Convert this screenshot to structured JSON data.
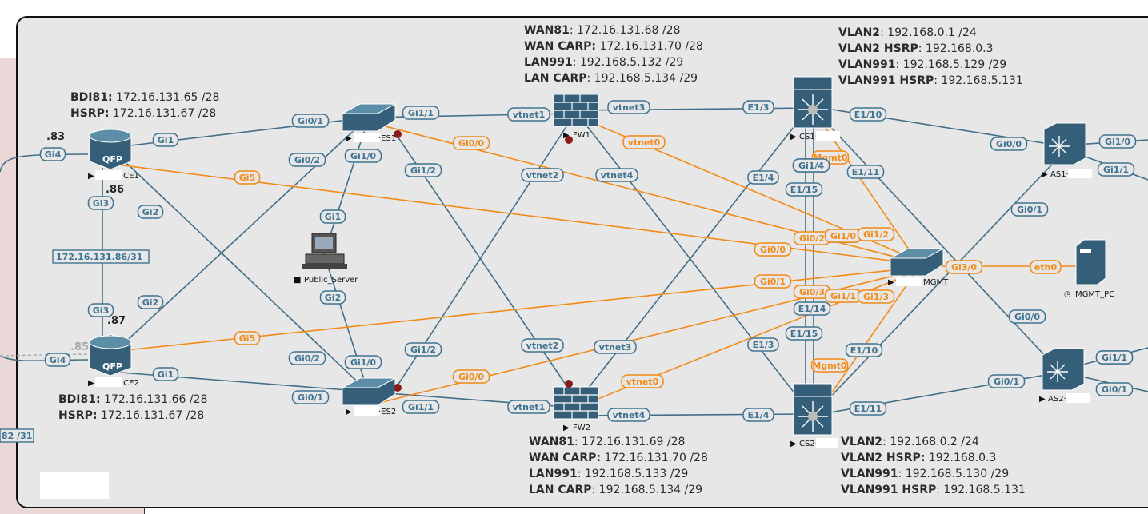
{
  "colors": {
    "link": "#426f87",
    "mgmt": "#f28a17",
    "device": "#355f78",
    "badge_border": "#3e7391",
    "mgmt_badge": "#f28a17",
    "canvas": "#e7e7e7"
  },
  "nodes": {
    "CE1": "·CE1",
    "CE2": "·CE2",
    "ES1": "·ES1",
    "ES2": "·ES2",
    "FW1": "FW1",
    "FW2": "FW2",
    "CS1": "CS1·",
    "CS2": "CS2·",
    "AS1": "AS1·",
    "AS2": "AS2·",
    "MGMT": "·MGMT",
    "MGMT_PC": "MGMT_PC",
    "Public_Server": "Public_Server",
    "qfp": "QFP",
    "dot83": ".83",
    "dot86": ".86",
    "dot87": ".87",
    "dot85": ".85"
  },
  "links": {
    "ce_link": "172.16.131.86/31",
    "left_stub": "82 /31"
  },
  "info": {
    "ce1": [
      {
        "k": "BDI81:",
        "v": " 172.16.131.65 /28"
      },
      {
        "k": "HSRP:",
        "v": " 172.16.131.67 /28"
      }
    ],
    "ce2": [
      {
        "k": "BDI81:",
        "v": " 172.16.131.66 /28"
      },
      {
        "k": "HSRP:",
        "v": " 172.16.131.67 /28"
      }
    ],
    "fw1": [
      {
        "k": "WAN81",
        "v": ": 172.16.131.68 /28"
      },
      {
        "k": "WAN CARP:",
        "v": " 172.16.131.70 /28"
      },
      {
        "k": "LAN991",
        "v": ": 192.168.5.132 /29"
      },
      {
        "k": "LAN CARP",
        "v": ": 192.168.5.134 /29"
      }
    ],
    "fw2": [
      {
        "k": "WAN81",
        "v": ": 172.16.131.69 /28"
      },
      {
        "k": "WAN CARP:",
        "v": " 172.16.131.70 /28"
      },
      {
        "k": "LAN991",
        "v": ": 192.168.5.133 /29"
      },
      {
        "k": "LAN CARP",
        "v": ": 192.168.5.134 /29"
      }
    ],
    "cs1": [
      {
        "k": "VLAN2",
        "v": ": 192.168.0.1 /24"
      },
      {
        "k": "VLAN2 HSRP",
        "v": ": 192.168.0.3"
      },
      {
        "k": "VLAN991",
        "v": ": 192.168.5.129 /29"
      },
      {
        "k": "VLAN991 HSRP",
        "v": ": 192.168.5.131"
      }
    ],
    "cs2": [
      {
        "k": "VLAN2",
        "v": ": 192.168.0.2 /24"
      },
      {
        "k": "VLAN2 HSRP:",
        "v": " 192.168.0.3"
      },
      {
        "k": "VLAN991",
        "v": ": 192.168.5.130 /29"
      },
      {
        "k": "VLAN991 HSRP",
        "v": ": 192.168.5.131"
      }
    ]
  },
  "ports": [
    {
      "id": "p1",
      "t": "Gi4",
      "m": false
    },
    {
      "id": "p2",
      "t": "Gi1",
      "m": false
    },
    {
      "id": "p3",
      "t": "Gi0/1",
      "m": false
    },
    {
      "id": "p4",
      "t": "Gi1/1",
      "m": false
    },
    {
      "id": "p5",
      "t": "vtnet1",
      "m": false
    },
    {
      "id": "p6",
      "t": "vtnet3",
      "m": false
    },
    {
      "id": "p7",
      "t": "E1/3",
      "m": false
    },
    {
      "id": "p8",
      "t": "E1/10",
      "m": false
    },
    {
      "id": "p9",
      "t": "Gi0/0",
      "m": false
    },
    {
      "id": "p10",
      "t": "Gi1/0",
      "m": false
    },
    {
      "id": "p11",
      "t": "Gi1/1",
      "m": false
    },
    {
      "id": "p12",
      "t": "Gi0/2",
      "m": false
    },
    {
      "id": "p13",
      "t": "Gi1/0",
      "m": false
    },
    {
      "id": "p14",
      "t": "Gi1/2",
      "m": false
    },
    {
      "id": "p15",
      "t": "Gi0/0",
      "m": true
    },
    {
      "id": "p16",
      "t": "vtnet0",
      "m": true
    },
    {
      "id": "p17",
      "t": "vtnet2",
      "m": false
    },
    {
      "id": "p18",
      "t": "vtnet4",
      "m": false
    },
    {
      "id": "p19",
      "t": "E1/4",
      "m": false
    },
    {
      "id": "p20",
      "t": "E1/14",
      "m": false
    },
    {
      "id": "p21",
      "t": "Mgmt0",
      "m": true
    },
    {
      "id": "p22",
      "t": "E1/11",
      "m": false
    },
    {
      "id": "p23",
      "t": "E1/15",
      "m": false
    },
    {
      "id": "p24",
      "t": "Gi5",
      "m": true
    },
    {
      "id": "p25",
      "t": "Gi3",
      "m": false
    },
    {
      "id": "p26",
      "t": "Gi2",
      "m": false
    },
    {
      "id": "p27",
      "t": "Gi1",
      "m": false
    },
    {
      "id": "p28",
      "t": "Gi0/2",
      "m": true
    },
    {
      "id": "p29",
      "t": "Gi1/0",
      "m": true
    },
    {
      "id": "p30",
      "t": "Gi1/2",
      "m": true
    },
    {
      "id": "p31",
      "t": "Gi0/1",
      "m": false
    },
    {
      "id": "p32",
      "t": "Gi0/0",
      "m": true
    },
    {
      "id": "p33",
      "t": "Gi3/0",
      "m": true
    },
    {
      "id": "p34",
      "t": "eth0",
      "m": true
    },
    {
      "id": "p35",
      "t": "Gi0/1",
      "m": true
    },
    {
      "id": "p36",
      "t": "Gi0/3",
      "m": true
    },
    {
      "id": "p37",
      "t": "Gi1/1",
      "m": true
    },
    {
      "id": "p38",
      "t": "Gi1/3",
      "m": true
    },
    {
      "id": "p39",
      "t": "Gi2",
      "m": false
    },
    {
      "id": "p40",
      "t": "Gi3",
      "m": false
    },
    {
      "id": "p41",
      "t": "Gi2",
      "m": false
    },
    {
      "id": "p42",
      "t": "Gi1/4",
      "m": false
    },
    {
      "id": "p43",
      "t": "E1/14",
      "m": false
    },
    {
      "id": "p44",
      "t": "Gi0/0",
      "m": false
    },
    {
      "id": "p45",
      "t": "Gi5",
      "m": true
    },
    {
      "id": "p46",
      "t": "Gi4",
      "m": false
    },
    {
      "id": "p47",
      "t": "Gi1",
      "m": false
    },
    {
      "id": "p48",
      "t": "Gi0/2",
      "m": false
    },
    {
      "id": "p49",
      "t": "Gi1/2",
      "m": false
    },
    {
      "id": "p50",
      "t": "vtnet2",
      "m": false
    },
    {
      "id": "p51",
      "t": "vtnet3",
      "m": false
    },
    {
      "id": "p52",
      "t": "E1/15",
      "m": false
    },
    {
      "id": "p53",
      "t": "E1/3",
      "m": false
    },
    {
      "id": "p54",
      "t": "Mgmt0",
      "m": true
    },
    {
      "id": "p55",
      "t": "E1/10",
      "m": false
    },
    {
      "id": "p56",
      "t": "Gi0/1",
      "m": false
    },
    {
      "id": "p57",
      "t": "Gi1/1",
      "m": false
    },
    {
      "id": "p58",
      "t": "Gi0/1",
      "m": false
    },
    {
      "id": "p59",
      "t": "Gi1/0",
      "m": false
    },
    {
      "id": "p60",
      "t": "Gi0/0",
      "m": true
    },
    {
      "id": "p61",
      "t": "vtnet0",
      "m": true
    },
    {
      "id": "p62",
      "t": "Gi0/1",
      "m": false
    },
    {
      "id": "p63",
      "t": "Gi1/1",
      "m": false
    },
    {
      "id": "p64",
      "t": "vtnet1",
      "m": false
    },
    {
      "id": "p65",
      "t": "vtnet4",
      "m": false
    },
    {
      "id": "p66",
      "t": "E1/4",
      "m": false
    },
    {
      "id": "p67",
      "t": "E1/11",
      "m": false
    },
    {
      "id": "p68",
      "t": "Gi0/1",
      "m": false
    },
    {
      "id": "p69",
      "t": "Gi1/0",
      "m": false
    }
  ]
}
